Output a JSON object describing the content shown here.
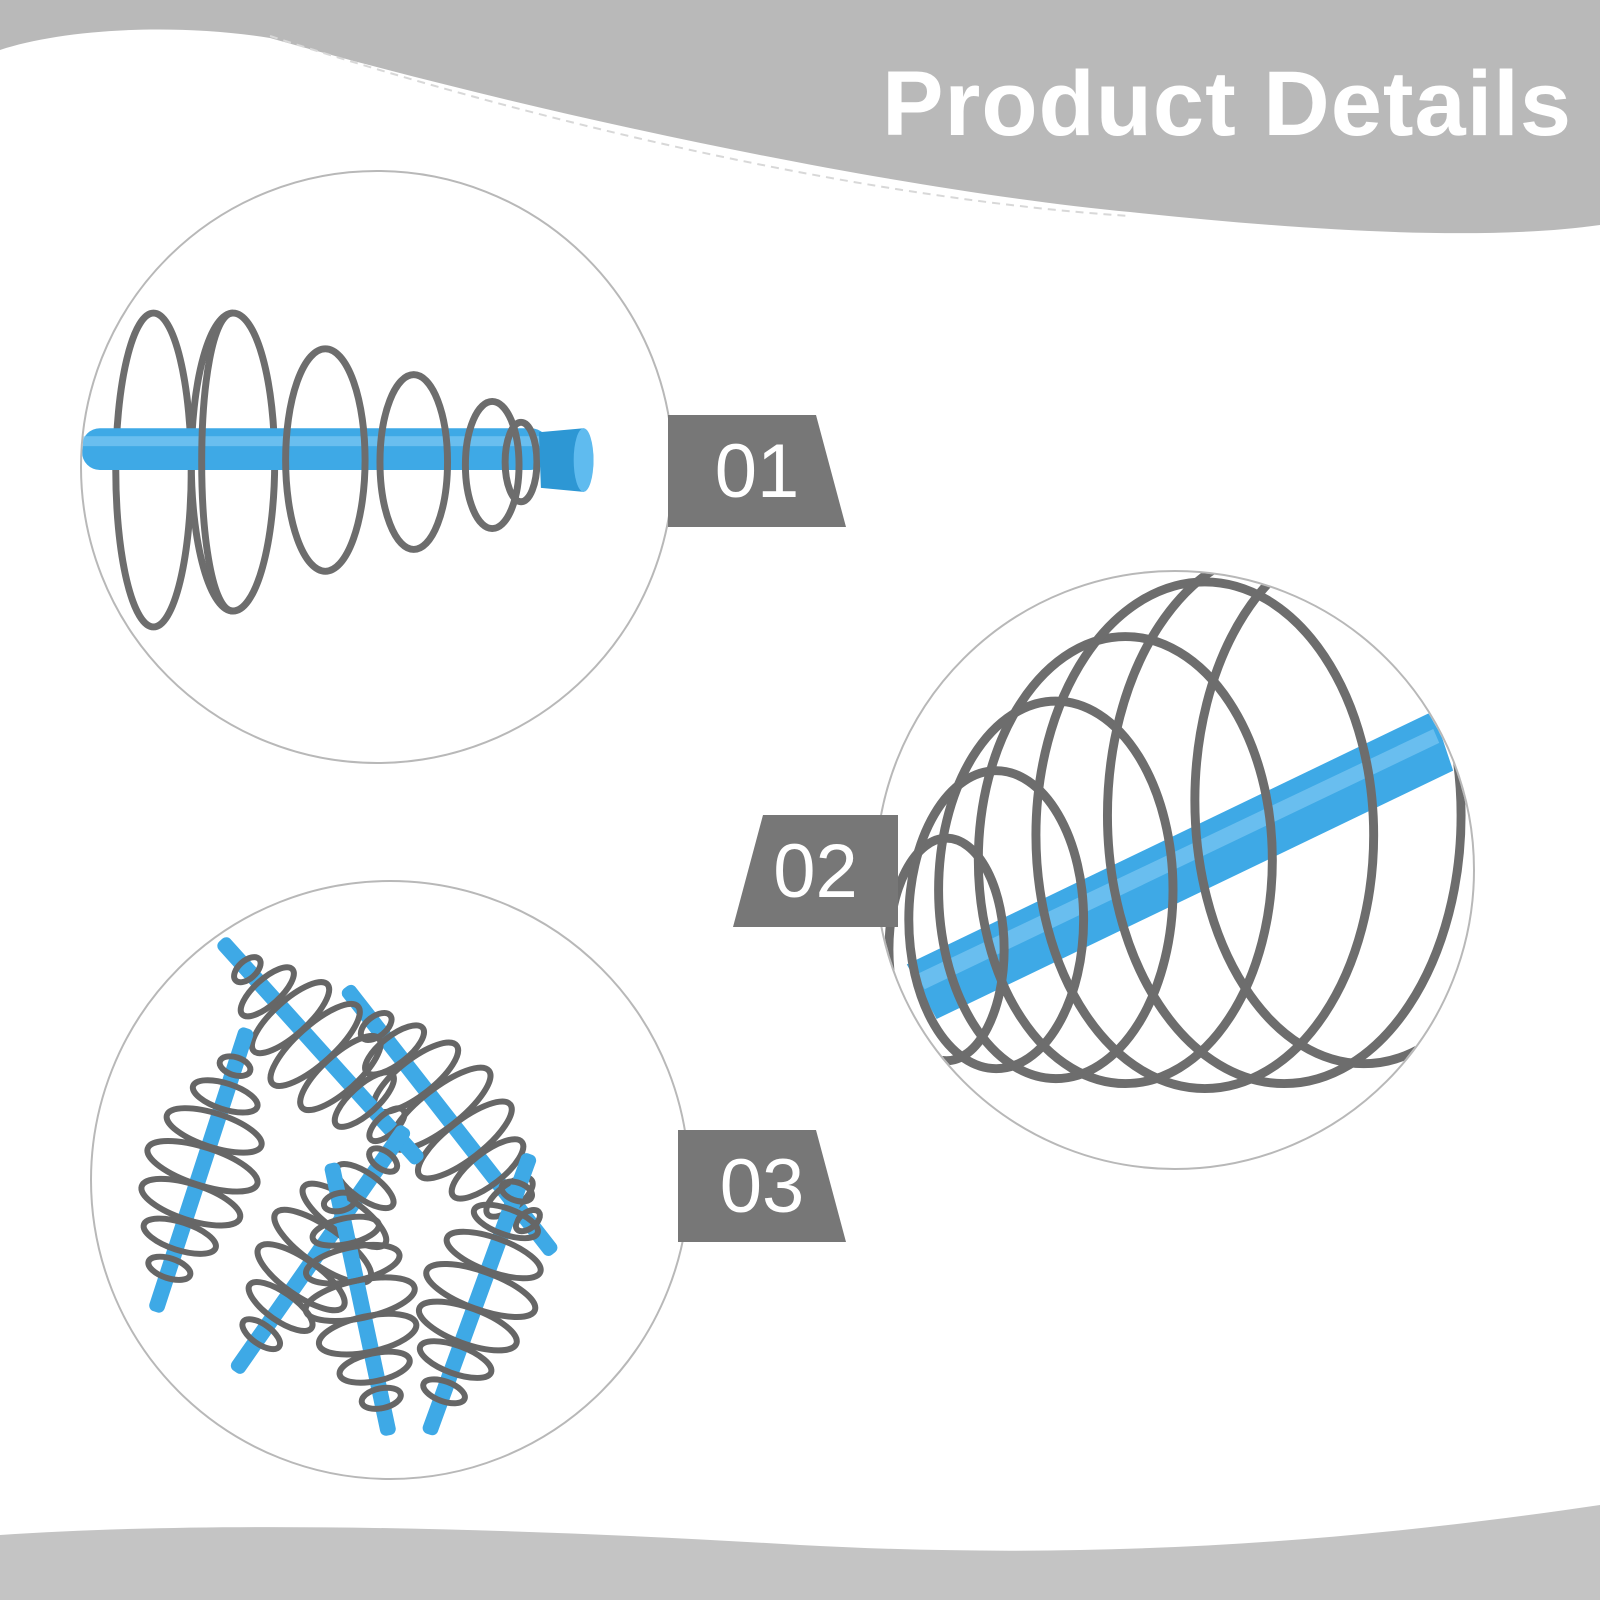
{
  "header": {
    "title": "Product Details"
  },
  "colors": {
    "band": "#b9b9b9",
    "tag": "#777777",
    "rod": "#3ea9e6",
    "spring": "#6d6d6d"
  },
  "details": [
    {
      "number": "01",
      "image": "spring-feeder-closeup-image"
    },
    {
      "number": "02",
      "image": "spring-cage-closeup-image"
    },
    {
      "number": "03",
      "image": "spring-feeders-group-image"
    }
  ]
}
